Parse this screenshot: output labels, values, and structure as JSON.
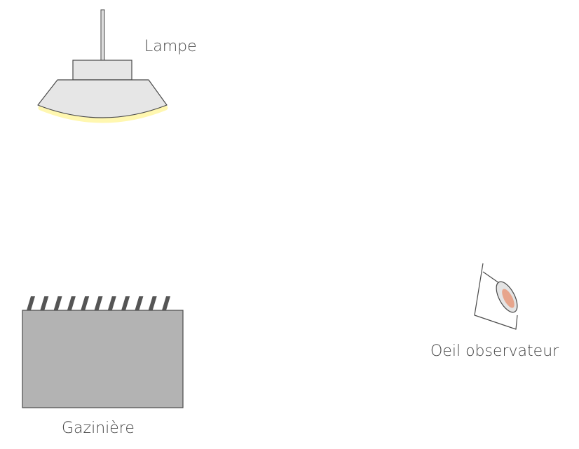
{
  "labels": {
    "lamp": "Lampe",
    "stove": "Gazinière",
    "eye": "Oeil observateur"
  },
  "colors": {
    "outline": "#4a4a4a",
    "lamp_body": "#e6e6e6",
    "lamp_glow": "#fff7b0",
    "stove_body": "#b3b3b3",
    "stove_burners": "#555555",
    "eye_white": "#e4e4e4",
    "eye_iris": "#e7a58c"
  },
  "icons": {
    "lamp": "pendant-lamp-icon",
    "stove": "stove-icon",
    "eye": "eye-icon"
  }
}
